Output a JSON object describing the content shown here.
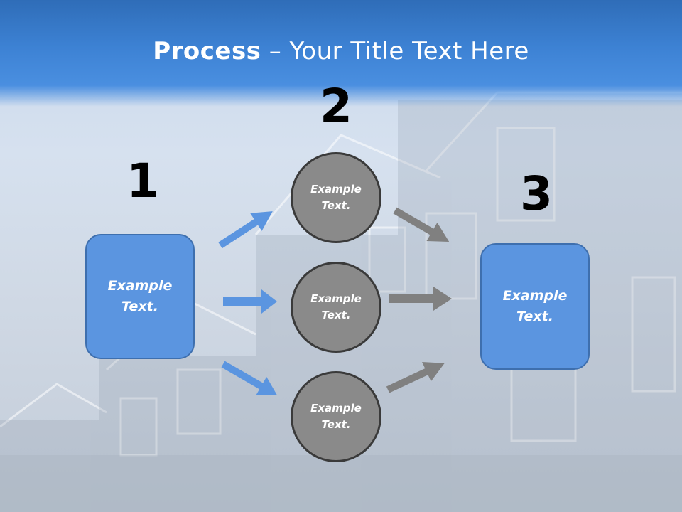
{
  "title": {
    "bold": "Process",
    "rest": " – Your Title Text Here"
  },
  "steps": {
    "one": "1",
    "two": "2",
    "three": "3"
  },
  "left_box": {
    "line1": "Example",
    "line2": "Text."
  },
  "right_box": {
    "line1": "Example",
    "line2": "Text."
  },
  "circles": [
    {
      "line1": "Example",
      "line2": "Text."
    },
    {
      "line1": "Example",
      "line2": "Text."
    },
    {
      "line1": "Example",
      "line2": "Text."
    }
  ],
  "colors": {
    "header": "#3d82d4",
    "box": "#5b95e0",
    "circle": "#8a8a8a",
    "blue_arrow": "#5b95e0",
    "gray_arrow": "#808080"
  }
}
